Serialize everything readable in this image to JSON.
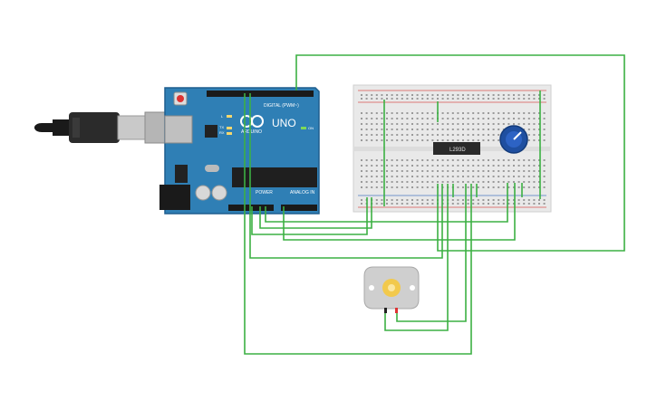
{
  "colors": {
    "wire": "#3cb043",
    "board": "#2f7fb5",
    "board_dark": "#1f5f8f",
    "breadboard": "#e9e9e9",
    "rail_red": "#d9534f",
    "rail_blue": "#4a78c2",
    "ic": "#2a2a2a",
    "pot": "#1f4fa0",
    "motor": "#cfcfcf",
    "gear": "#f2c94c"
  },
  "arduino": {
    "brand": "ARDUINO",
    "model": "UNO",
    "digital_label": "DIGITAL (PWM~)",
    "power_label": "POWER",
    "analog_label": "ANALOG IN",
    "tx_label": "TX",
    "rx_label": "RX",
    "l_label": "L",
    "on_label": "ON"
  },
  "breadboard": {
    "ic_label": "L293D"
  },
  "icons": {
    "usb": "usb-cable-icon",
    "motor": "dc-motor-icon",
    "pot": "potentiometer-icon"
  }
}
